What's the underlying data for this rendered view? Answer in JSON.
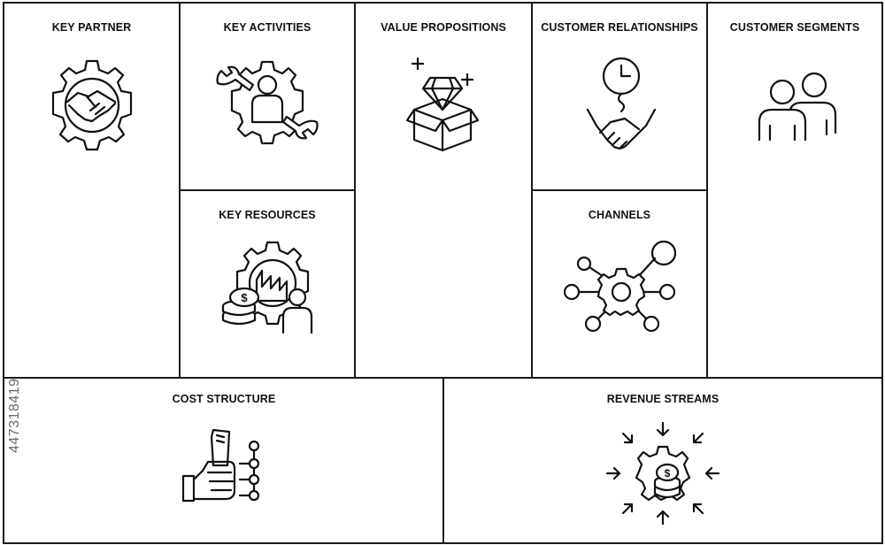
{
  "blocks": {
    "key_partner": "KEY PARTNER",
    "key_activities": "KEY ACTIVITIES",
    "key_resources": "KEY RESOURCES",
    "value_propositions": "VALUE PROPOSITIONS",
    "customer_relationships": "CUSTOMER RELATIONSHIPS",
    "channels": "CHANNELS",
    "customer_segments": "CUSTOMER SEGMENTS",
    "cost_structure": "COST STRUCTURE",
    "revenue_streams": "REVENUE STREAMS"
  },
  "icons": {
    "key_partner": "gear-handshake-icon",
    "key_activities": "gear-wrench-person-icon",
    "key_resources": "gear-factory-coins-person-icon",
    "value_propositions": "diamond-box-icon",
    "customer_relationships": "clock-handshake-icon",
    "channels": "gear-network-nodes-icon",
    "customer_segments": "two-people-icon",
    "cost_structure": "hand-money-nodes-icon",
    "revenue_streams": "gear-coins-arrows-icon"
  },
  "watermark": "447318419",
  "colors": {
    "line": "#111111",
    "border": "#1a1a1a",
    "background": "#ffffff"
  }
}
